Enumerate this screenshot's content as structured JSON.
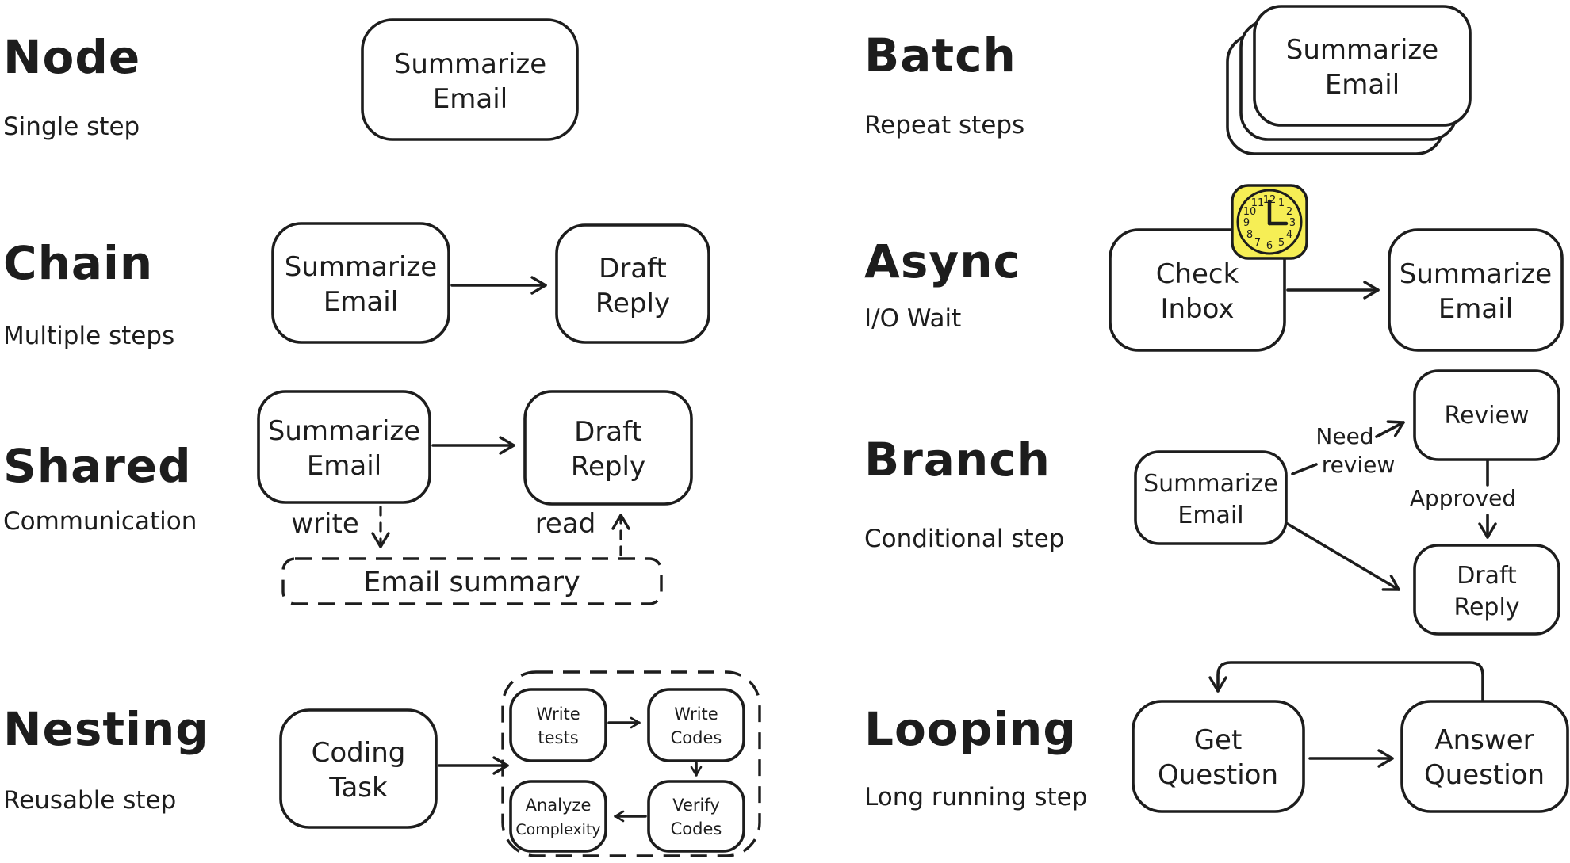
{
  "colors": {
    "ink": "#1d1d1d",
    "background": "#ffffff",
    "clock_fill": "#f6ee55"
  },
  "sections": {
    "node": {
      "title": "Node",
      "subtitle": "Single step",
      "box": {
        "line1": "Summarize",
        "line2": "Email"
      }
    },
    "batch": {
      "title": "Batch",
      "subtitle": "Repeat steps",
      "box": {
        "line1": "Summarize",
        "line2": "Email"
      }
    },
    "chain": {
      "title": "Chain",
      "subtitle": "Multiple steps",
      "box1": {
        "line1": "Summarize",
        "line2": "Email"
      },
      "box2": {
        "line1": "Draft",
        "line2": "Reply"
      }
    },
    "async": {
      "title": "Async",
      "subtitle": "I/O Wait",
      "box1": {
        "line1": "Check",
        "line2": "Inbox"
      },
      "box2": {
        "line1": "Summarize",
        "line2": "Email"
      },
      "clock": {
        "numbers": [
          "12",
          "1",
          "2",
          "3",
          "4",
          "5",
          "6",
          "7",
          "8",
          "9",
          "10",
          "11"
        ]
      }
    },
    "shared": {
      "title": "Shared",
      "subtitle": "Communication",
      "box1": {
        "line1": "Summarize",
        "line2": "Email"
      },
      "box2": {
        "line1": "Draft",
        "line2": "Reply"
      },
      "write_label": "write",
      "read_label": "read",
      "store_label": "Email summary"
    },
    "branch": {
      "title": "Branch",
      "subtitle": "Conditional step",
      "box_source": {
        "line1": "Summarize",
        "line2": "Email"
      },
      "box_review": {
        "line1": "Review"
      },
      "box_draft": {
        "line1": "Draft",
        "line2": "Reply"
      },
      "label_need_review": {
        "line1": "Need",
        "line2": "review"
      },
      "label_approved": "Approved"
    },
    "nesting": {
      "title": "Nesting",
      "subtitle": "Reusable step",
      "box_outer": {
        "line1": "Coding",
        "line2": "Task"
      },
      "box_write_tests": {
        "line1": "Write",
        "line2": "tests"
      },
      "box_write_codes": {
        "line1": "Write",
        "line2": "Codes"
      },
      "box_verify_codes": {
        "line1": "Verify",
        "line2": "Codes"
      },
      "box_analyze": {
        "line1": "Analyze",
        "line2": "Complexity"
      }
    },
    "looping": {
      "title": "Looping",
      "subtitle": "Long running step",
      "box1": {
        "line1": "Get",
        "line2": "Question"
      },
      "box2": {
        "line1": "Answer",
        "line2": "Question"
      }
    }
  }
}
